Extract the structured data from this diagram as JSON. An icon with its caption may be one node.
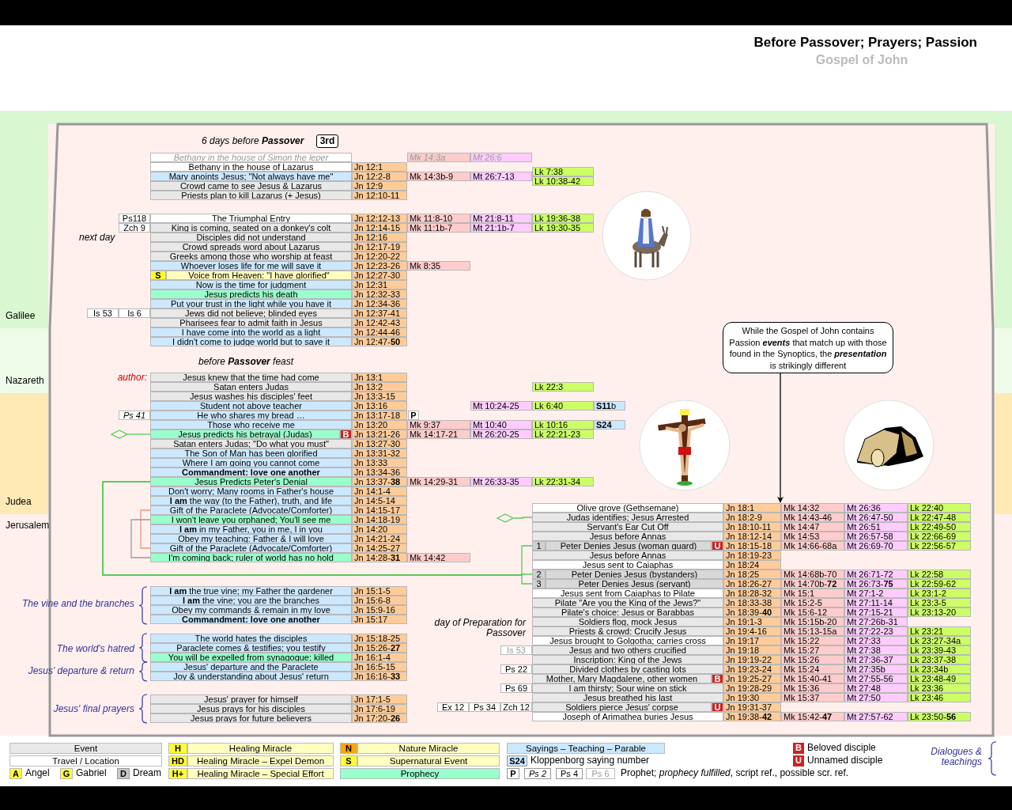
{
  "diagram": {
    "title": "Before Passover; Prayers; Passion",
    "nodes": [
      {
        "text": [
          "Galilee"
        ]
      },
      {
        "text": [
          "Nazareth"
        ]
      },
      {
        "text": [
          "Judea"
        ]
      },
      {
        "text": [
          "While the Gospel of John contains Passion **events** that match up with those found in the Synoptics, the **presentation** is strikingly different"
        ]
      },
      {
        "text": [
          "Bethany in the house of Simon the leper",
          "Mk 14:3a",
          "Mt 26:6"
        ]
      },
      {
        "text": [
          "Bethany in the house of Lazarus",
          "Jn 12:1"
        ]
      },
      {
        "text": [
          "Mary anoints Jesus; \"Not always have me\"",
          "Jn 12:2-8",
          "Mk 14:3b-9",
          "Mt 26:7-13",
          "Lk 7:38",
          "Lk 10:38-42"
        ]
      },
      {
        "text": [
          "Crowd came to see Jesus & Lazarus",
          "Jn 12:9"
        ]
      },
      {
        "text": [
          "Priests plan to kill Lazarus (+ Jesus)",
          "Jn 12:10-11"
        ]
      },
      {
        "text": [
          "The Triumphal Entry",
          "Jn 12:12-13",
          "Mk 11:8-10",
          "Mt 21:8-11",
          "Lk 19:36-38"
        ],
        "beside": [
          "Ps118"
        ]
      },
      {
        "text": [
          "King is coming, seated on a donkey's colt",
          "Jn 12:14-15",
          "Mk 11:1b-7",
          "Mt 21:1b-7",
          "Lk 19:30-35"
        ],
        "beside": [
          "Zch 9"
        ]
      },
      {
        "text": [
          "Disciples did not understand",
          "Jn 12:16"
        ]
      },
      {
        "text": [
          "Crowd spreads word about Lazarus",
          "Jn 12:17-19"
        ]
      },
      {
        "text": [
          "Greeks among those who worship at feast",
          "Jn 12:20-22"
        ]
      },
      {
        "text": [
          "Whoever loses life for me will save it",
          "Jn 12:23-26",
          "Mk 8:35"
        ]
      },
      {
        "text": [
          "S",
          "Voice from Heaven: \"I have glorified\"",
          "Jn 12:27-30"
        ]
      },
      {
        "text": [
          "Now is the time for judgment",
          "Jn 12:31"
        ]
      },
      {
        "text": [
          "Jesus predicts his death",
          "Jn 12:32-33"
        ]
      },
      {
        "text": [
          "Put your trust in the light while you have it",
          "Jn 12:34-36"
        ]
      },
      {
        "text": [
          "Jews did not believe; blinded eyes",
          "Jn 12:37-41"
        ],
        "beside": [
          "Is 53",
          "Is 6"
        ]
      },
      {
        "text": [
          "Pharisees fear to admit faith in Jesus",
          "Jn 12:42-43"
        ]
      },
      {
        "text": [
          "I have come into the world as a light",
          "Jn 12:44-46"
        ]
      },
      {
        "text": [
          "I didn't come to judge world but to save it",
          "Jn 12:47-**50**"
        ]
      },
      {
        "text": [
          "Jesus knew that the time had come",
          "Jn 13:1"
        ]
      },
      {
        "text": [
          "Satan enters Judas",
          "Jn 13:2",
          "Lk 22:3"
        ]
      },
      {
        "text": [
          "Jesus washes his disciples' feet",
          "Jn 13:3-15"
        ]
      },
      {
        "text": [
          "Student not above teacher",
          "Jn 13:16",
          "Mt 10:24-25",
          "Lk 6:40",
          "**S11**b"
        ]
      },
      {
        "text": [
          "He who shares my bread …",
          "Jn 13:17-18",
          "P"
        ],
        "beside": [
          "Ps 41"
        ]
      },
      {
        "text": [
          "Those who receive me",
          "Jn 13:20",
          "Mk 9:37",
          "Mt 10:40",
          "Lk 10:16",
          "S24"
        ]
      },
      {
        "text": [
          "Jesus predicts his betrayal (Judas)",
          "B",
          "Jn 13:21-26",
          "Mk 14:17-21",
          "Mt 26:20-25",
          "Lk 22:21-23"
        ]
      },
      {
        "text": [
          "Satan enters Judas; \"Do what you must\"",
          "Jn 13:27-30"
        ]
      },
      {
        "text": [
          "The Son of Man has been glorified",
          "Jn 13:31-32"
        ]
      },
      {
        "text": [
          "Where I am going you cannot come",
          "Jn 13:33"
        ]
      },
      {
        "text": [
          "Commandment: love one another",
          "Jn 13:34-36"
        ]
      },
      {
        "text": [
          "Jesus Predicts Peter's Denial",
          "Jn 13:37-**38**",
          "Mk 14:29-31",
          "Mt 26:33-35",
          "Lk 22:31-34"
        ]
      },
      {
        "text": [
          "Don't worry; Many rooms in Father's house",
          "Jn 14:1-4"
        ]
      },
      {
        "text": [
          "**I am** the way (to the Father), truth, and life",
          "Jn 14:5-14"
        ]
      },
      {
        "text": [
          "Gift of the Paraclete (Advocate/Comforter)",
          "Jn 14:15-17"
        ]
      },
      {
        "text": [
          "I won't leave you orphaned; You'll see me",
          "Jn 14:18-19"
        ]
      },
      {
        "text": [
          "**I am** in my Father, you in me, I in you",
          "Jn 14:20"
        ]
      },
      {
        "text": [
          "Obey my teaching: Father & I will love",
          "Jn 14:21-24"
        ]
      },
      {
        "text": [
          "Gift of the Paraclete (Advocate/Comforter)",
          "Jn 14:25-27"
        ]
      },
      {
        "text": [
          "I'm coming back; ruler of world has no hold",
          "Jn 14:28-**31**",
          "Mk 14:42"
        ]
      },
      {
        "text": [
          "**I am** the true vine; my Father the gardener",
          "Jn 15:1-5"
        ]
      },
      {
        "text": [
          "**I am** the vine; you are the branches",
          "Jn 15:6-8"
        ]
      },
      {
        "text": [
          "Obey my commands & remain in my love",
          "Jn 15:9-16"
        ]
      },
      {
        "text": [
          "Commandment: love one another",
          "Jn 15:17"
        ]
      },
      {
        "text": [
          "The world hates the disciples",
          "Jn 15:18-25"
        ]
      },
      {
        "text": [
          "Paraclete comes & testifies; you testify",
          "Jn 15:26-**27**"
        ]
      },
      {
        "text": [
          "You will be expelled from synagogue; killed",
          "Jn 16:1-4"
        ]
      },
      {
        "text": [
          "Jesus' departure and the Paraclete",
          "Jn 16:5-15"
        ]
      },
      {
        "text": [
          "Joy & understanding about Jesus' return",
          "Jn 16:16-**33**"
        ]
      },
      {
        "text": [
          "Jesus' prayer for himself",
          "Jn 17:1-5"
        ]
      },
      {
        "text": [
          "Jesus prays for his disciples",
          "Jn 17:6-19"
        ]
      },
      {
        "text": [
          "Jesus prays for future believers",
          "Jn 17:20-**26**"
        ]
      },
      {
        "text": [
          "Olive grove (Gethsemane)",
          "Jn 18:1",
          "Mk 14:32",
          "Mt 26:36",
          "Lk 22:40"
        ]
      },
      {
        "text": [
          "Judas identifies; Jesus Arrested",
          "Jn 18:2-9",
          "Mk 14:43-46",
          "Mt 26:47-50",
          "Lk 22:47-48"
        ]
      },
      {
        "text": [
          "Servant's Ear Cut Off",
          "Jn 18:10-11",
          "Mk 14:47",
          "Mt 26:51",
          "Lk 22:49-50"
        ]
      },
      {
        "text": [
          "Jesus before Annas",
          "Jn 18:12-14",
          "Mk 14:53",
          "Mt 26:57-58",
          "Lk 22:66-69"
        ]
      },
      {
        "text": [
          "1",
          "Peter Denies Jesus (woman guard)",
          "U",
          "Jn 18:15-18",
          "Mk 14:66-68a",
          "Mt 26:69-70",
          "Lk 22:56-57"
        ]
      },
      {
        "text": [
          "Jesus before Annas",
          "Jn 18:19-23"
        ]
      },
      {
        "text": [
          "Jesus sent to Caiaphas",
          "Jn 18:24"
        ]
      },
      {
        "text": [
          "2",
          "Peter Denies Jesus (bystanders)",
          "Jn 18:25",
          "Mk 14:68b-70",
          "Mt 26:71-72",
          "Lk 22:58"
        ]
      },
      {
        "text": [
          "3",
          "Peter Denies Jesus (servant)",
          "Jn 18:26-27",
          "Mk 14:70b-**72**",
          "Mt 26:73-**75**",
          "Lk 22:59-62"
        ]
      },
      {
        "text": [
          "Jesus sent from Caiaphas to Pilate",
          "Jn 18:28-32",
          "Mk 15:1",
          "Mt 27:1-2",
          "Lk 23:1-2"
        ]
      },
      {
        "text": [
          "Pilate \"Are you the King of the Jews?\"",
          "Jn 18:33-38",
          "Mk 15:2-5",
          "Mt 27:11-14",
          "Lk 23:3-5"
        ]
      },
      {
        "text": [
          "Pilate's choice: Jesus or Barabbas",
          "Jn 18:39-**40**",
          "Mk 15:6-12",
          "Mt 27:15-21",
          "Lk 23:13-20"
        ]
      },
      {
        "text": [
          "Soldiers flog, mock Jesus",
          "Jn 19:1-3",
          "Mk 15:15b-20",
          "Mt 27:26b-31"
        ]
      },
      {
        "text": [
          "Priests & crowd: Crucify Jesus",
          "Jn 19:4-16",
          "Mk 15:13-15a",
          "Mt 27:22-23",
          "Lk 23:21"
        ]
      },
      {
        "text": [
          "Jesus brought to Golgotha; carries cross",
          "Jn 19:17",
          "Mk 15:22",
          "Mt 27:33",
          "Lk 23:27-34a"
        ]
      },
      {
        "text": [
          "Jesus and two others crucified",
          "Jn 19:18",
          "Mk 15:27",
          "Mt 27:38",
          "Lk 23:39-43"
        ],
        "beside": [
          "Is 53"
        ]
      },
      {
        "text": [
          "Inscription: King of the Jews",
          "Jn 19:19-22",
          "Mk 15:26",
          "Mt 27:36-37",
          "Lk 23:37-38"
        ]
      },
      {
        "text": [
          "Divided clothes by casting lots",
          "Jn 19:23-24",
          "Mk 15:24",
          "Mt 27:35b",
          "Lk 23:34b"
        ],
        "beside": [
          "Ps 22"
        ]
      },
      {
        "text": [
          "Mother, Mary Magdalene, other women",
          "B",
          "Jn 19:25-27",
          "Mk 15:40-41",
          "Mt 27:55-56",
          "Lk 23:48-49"
        ]
      },
      {
        "text": [
          "I am thirsty; Sour wine on stick",
          "Jn 19:28-29",
          "Mk 15:36",
          "Mt 27:48",
          "Lk 23:36"
        ],
        "beside": [
          "Ps 69"
        ]
      },
      {
        "text": [
          "Jesus breathed his last",
          "Jn 19:30",
          "Mk 15:37",
          "Mt 27:50",
          "Lk 23:46"
        ]
      },
      {
        "text": [
          "Soldiers pierce Jesus' corpse",
          "U",
          "Jn 19:31-37"
        ],
        "beside": [
          "Ex 12",
          "Ps 34",
          "Zch 12"
        ]
      },
      {
        "text": [
          "Joseph of Arimathea buries Jesus",
          "Jn 19:38-**42**",
          "Mk 15:42-**47**",
          "Mt 27:57-62",
          "Lk 23:50-**56**"
        ]
      },
      {
        "text": [],
        "shape": "diamond"
      },
      {
        "text": [],
        "shape": "diamond"
      }
    ],
    "edges": [
      {
        "from": 78,
        "to": 29,
        "arrow": "none"
      },
      {
        "from": 79,
        "to": 56,
        "arrow": "none"
      },
      {
        "from": 34,
        "to": 59,
        "arrow": "none"
      },
      {
        "from": 34,
        "to": 62,
        "arrow": "none"
      },
      {
        "from": 34,
        "to": 63,
        "arrow": "none"
      },
      {
        "from": 37,
        "to": 41,
        "arrow": "none",
        "color": "#e8967a"
      },
      {
        "from": 38,
        "to": 42,
        "arrow": "none",
        "color": "#999999"
      },
      {
        "from": 3,
        "to": 55,
        "arrow": "to",
        "color": "#000000"
      }
    ],
    "labels": [
      "Gospel of John",
      "6 days before **Passover**",
      "3rd",
      "next day",
      "Jerusalem",
      "author:",
      "before **Passover** feast",
      "day of Preparation for Passover",
      "The vine and the branches",
      "The world's hatred",
      "Jesus' departure & return",
      "Jesus' final prayers",
      "A",
      "G",
      "D",
      "H",
      "HD",
      "H+",
      "N",
      "S",
      "S24",
      "P",
      "Ps 2",
      "Ps 4",
      "Ps 6",
      "B",
      "U",
      "Dialogues & teachings"
    ],
    "legend": [
      {
        "text": "Event",
        "color": "#e8e8e8"
      },
      {
        "text": "Travel / Location",
        "color": "#ffffff"
      },
      {
        "text": "Angel",
        "color": "#ffff33"
      },
      {
        "text": "Gabriel",
        "color": "#ffff33"
      },
      {
        "text": "Dream",
        "color": "#c8c8c8"
      },
      {
        "text": "Healing Miracle",
        "color": "#ffffc0"
      },
      {
        "text": "Healing Miracle – Expel Demon",
        "color": "#ffffc0"
      },
      {
        "text": "Healing Miracle – Special Effort",
        "color": "#ffffc0"
      },
      {
        "text": "Nature Miracle",
        "color": "#ffffc0"
      },
      {
        "text": "Supernatural Event",
        "color": "#ffffc0"
      },
      {
        "text": "Prophecy",
        "color": "#99ffcc"
      },
      {
        "text": "Sayings – Teaching – Parable",
        "color": "#cce8ff"
      },
      {
        "text": "Kloppenborg saying number",
        "color": "#cce8ff"
      },
      {
        "text": "Prophet; *prophecy fulfilled*, script ref., possible scr. ref."
      },
      {
        "text": "Beloved disciple",
        "color": "#cc2222"
      },
      {
        "text": "Unnamed disciple",
        "color": "#cc2222"
      }
    ]
  }
}
